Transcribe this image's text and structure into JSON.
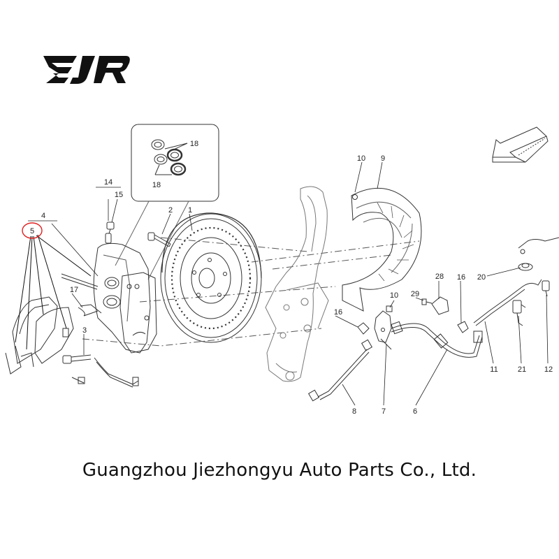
{
  "logo": {
    "text": "EJR",
    "icon": "ejr-logo"
  },
  "company": "Guangzhou Jiezhongyu Auto Parts Co., Ltd.",
  "highlight_color": "#e02020",
  "line_color": "#333333",
  "callouts": [
    "1",
    "2",
    "3",
    "4",
    "5",
    "6",
    "7",
    "8",
    "9",
    "10",
    "10",
    "11",
    "12",
    "14",
    "15",
    "16",
    "16",
    "17",
    "18",
    "18",
    "20",
    "21",
    "28",
    "29"
  ],
  "parts": [
    {
      "id": "1",
      "icon": "brake-disc-icon"
    },
    {
      "id": "2",
      "icon": "bolt-icon"
    },
    {
      "id": "3",
      "icon": "bolt-icon"
    },
    {
      "id": "4",
      "icon": "pad-kit-icon"
    },
    {
      "id": "5",
      "icon": "brake-pad-icon"
    },
    {
      "id": "6",
      "icon": "brake-hose-icon"
    },
    {
      "id": "7",
      "icon": "bracket-icon"
    },
    {
      "id": "8",
      "icon": "brake-line-icon"
    },
    {
      "id": "9",
      "icon": "dust-shield-icon"
    },
    {
      "id": "11",
      "icon": "sensor-cable-icon"
    },
    {
      "id": "12",
      "icon": "connector-icon"
    },
    {
      "id": "14",
      "icon": "bleeder-kit-icon"
    },
    {
      "id": "15",
      "icon": "bleeder-screw-icon"
    },
    {
      "id": "16",
      "icon": "clip-icon"
    },
    {
      "id": "17",
      "icon": "spring-clip-icon"
    },
    {
      "id": "18",
      "icon": "seal-ring-icon"
    },
    {
      "id": "20",
      "icon": "grommet-icon"
    },
    {
      "id": "21",
      "icon": "wear-sensor-icon"
    },
    {
      "id": "28",
      "icon": "bracket-icon"
    },
    {
      "id": "29",
      "icon": "screw-icon"
    }
  ]
}
